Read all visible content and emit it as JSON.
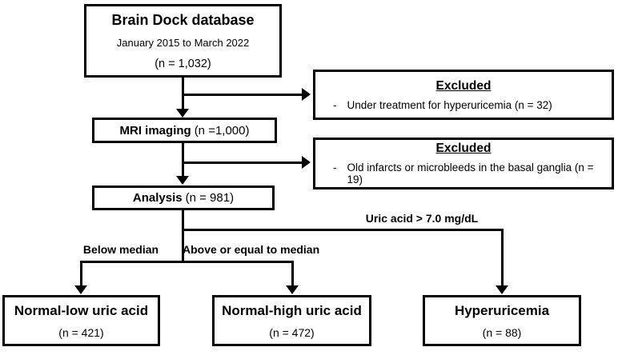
{
  "figure": {
    "background_color": "#ffffff",
    "line_color": "#000000"
  },
  "boxes": {
    "brain_dock": {
      "title": "Brain Dock database",
      "subtitle": "January 2015 to March 2022",
      "n": "(n = 1,032)"
    },
    "mri": {
      "label": "MRI imaging",
      "n": "(n =1,000)"
    },
    "excluded_1": {
      "title": "Excluded",
      "bullet": "-",
      "item": "Under treatment for hyperuricemia (n = 32)"
    },
    "excluded_2": {
      "title": "Excluded",
      "bullet": "-",
      "item": "Old infarcts or microbleeds in the basal ganglia (n = 19)"
    },
    "analysis": {
      "label": "Analysis",
      "n": "(n = 981)"
    },
    "normal_low": {
      "title": "Normal-low uric acid",
      "n": "(n = 421)"
    },
    "normal_high": {
      "title": "Normal-high uric acid",
      "n": "(n = 472)"
    },
    "hyperuricemia": {
      "title": "Hyperuricemia",
      "n": "(n = 88)"
    }
  },
  "branch_labels": {
    "below_median": "Below median",
    "above_or_equal": "Above or equal to median",
    "uric_acid": "Uric acid > 7.0 mg/dL"
  }
}
